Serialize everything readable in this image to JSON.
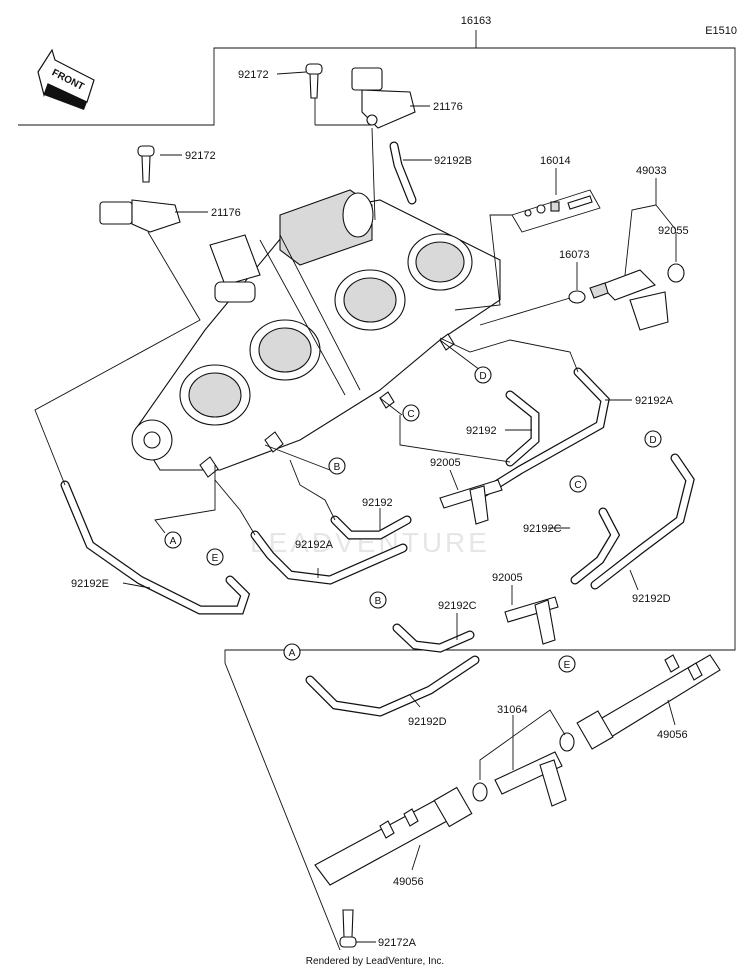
{
  "diagram": {
    "code": "E1510",
    "direction_label": "FRONT",
    "watermark": "LEADVENTURE",
    "footer": "Rendered by LeadVenture, Inc.",
    "parts": {
      "p16163": "16163",
      "p92172_a": "92172",
      "p21176_a": "21176",
      "p92192B": "92192B",
      "p16014": "16014",
      "p49033": "49033",
      "p92172_b": "92172",
      "p21176_b": "21176",
      "p16073": "16073",
      "p92055": "92055",
      "p92192A_r": "92192A",
      "p92192_1": "92192",
      "p92005_1": "92005",
      "p92192_2": "92192",
      "p92192C_1": "92192C",
      "p92192A_l": "92192A",
      "p92192E": "92192E",
      "p92005_2": "92005",
      "p92192C_2": "92192C",
      "p92192D_1": "92192D",
      "p92192D_2": "92192D",
      "p31064": "31064",
      "p49056_r": "49056",
      "p49056_l": "49056",
      "p92172A": "92172A"
    },
    "callouts": {
      "c_D_top": "D",
      "c_C_top": "C",
      "c_B_top": "B",
      "c_A_top": "A",
      "c_E_left": "E",
      "c_D_right": "D",
      "c_C_right": "C",
      "c_B_mid": "B",
      "c_E_mid": "E",
      "c_A_low": "A"
    }
  }
}
